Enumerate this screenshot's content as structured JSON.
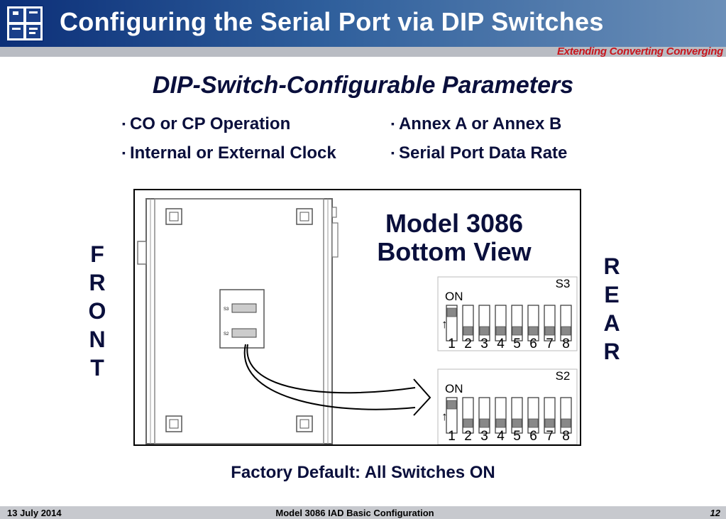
{
  "header": {
    "title": "Configuring the Serial Port via DIP Switches",
    "logo_icon": "pe-logo-icon",
    "tagline": "Extending Converting Converging",
    "tagline_color": "#c8161d"
  },
  "slide": {
    "subtitle": "DIP-Switch-Configurable Parameters",
    "bullets_left": [
      "CO or CP Operation",
      "Internal or External Clock"
    ],
    "bullets_right": [
      "Annex A or Annex B",
      "Serial Port Data Rate"
    ],
    "bullet_marker": "▪",
    "front_letters": [
      "F",
      "R",
      "O",
      "N",
      "T"
    ],
    "rear_letters": [
      "R",
      "E",
      "A",
      "R"
    ],
    "factory_default": "Factory Default: All Switches ON"
  },
  "diagram": {
    "model_title": "Model 3086",
    "model_subtitle": "Bottom View",
    "switch_blocks": [
      {
        "name": "S3",
        "on_label": "ON",
        "positions": [
          "1",
          "2",
          "3",
          "4",
          "5",
          "6",
          "7",
          "8"
        ]
      },
      {
        "name": "S2",
        "on_label": "ON",
        "positions": [
          "1",
          "2",
          "3",
          "4",
          "5",
          "6",
          "7",
          "8"
        ]
      }
    ],
    "mini_labels": [
      "S3",
      "S2"
    ]
  },
  "footer": {
    "date": "13 July 2014",
    "center_text": "Model 3086 IAD Basic Configuration",
    "page_number": "12"
  },
  "colors": {
    "header_dark": "#0c2f78",
    "text_navy": "#0a0f3c"
  }
}
